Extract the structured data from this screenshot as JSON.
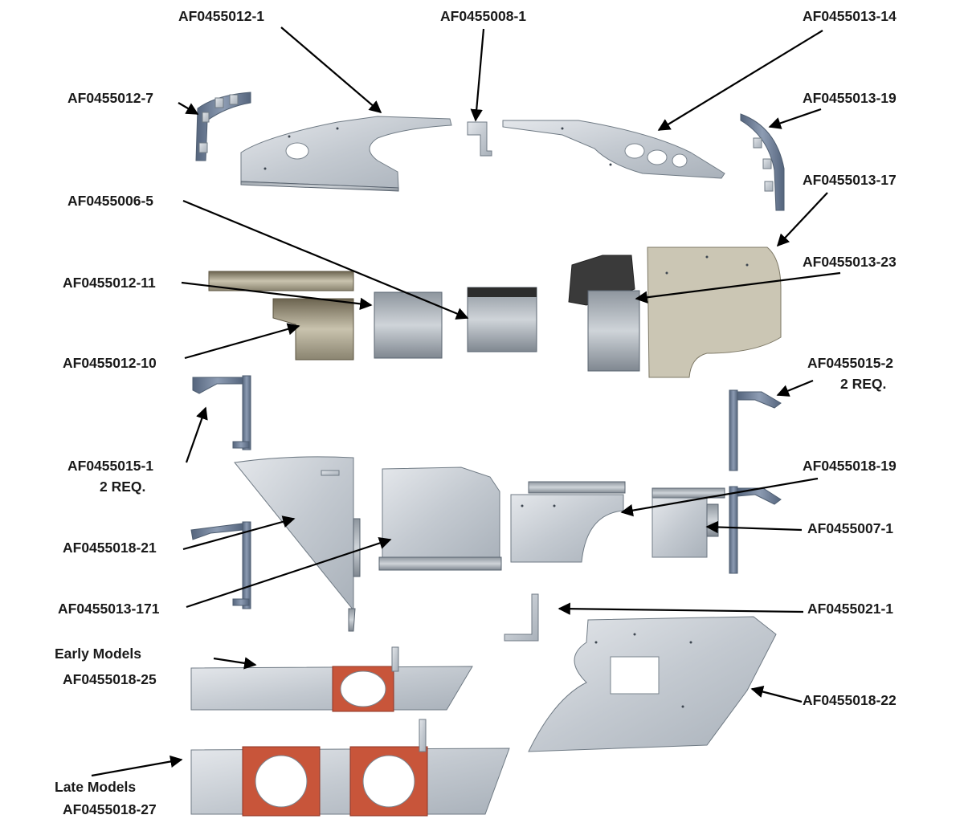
{
  "labels": {
    "af0455012_1": "AF0455012-1",
    "af0455008_1": "AF0455008-1",
    "af0455013_14": "AF0455013-14",
    "af0455012_7": "AF0455012-7",
    "af0455013_19": "AF0455013-19",
    "af0455013_17": "AF0455013-17",
    "af0455006_5": "AF0455006-5",
    "af0455013_23": "AF0455013-23",
    "af0455012_11": "AF0455012-11",
    "af0455012_10": "AF0455012-10",
    "af0455015_2": "AF0455015-2",
    "af0455015_2_qty": "2 REQ.",
    "af0455015_1": "AF0455015-1",
    "af0455015_1_qty": "2 REQ.",
    "af0455018_19": "AF0455018-19",
    "af0455007_1": "AF0455007-1",
    "af0455018_21": "AF0455018-21",
    "af0455013_171": "AF0455013-171",
    "af0455021_1": "AF0455021-1",
    "early_models": "Early Models",
    "af0455018_25": "AF0455018-25",
    "af0455018_22": "AF0455018-22",
    "late_models": "Late Models",
    "af0455018_27": "AF0455018-27"
  },
  "colors": {
    "metal_light": "#d9dde2",
    "metal_dark": "#9aa3ac",
    "bracket_blue": "#6e7f98",
    "gasket_orange": "#c8553a",
    "arrow": "#000000"
  }
}
